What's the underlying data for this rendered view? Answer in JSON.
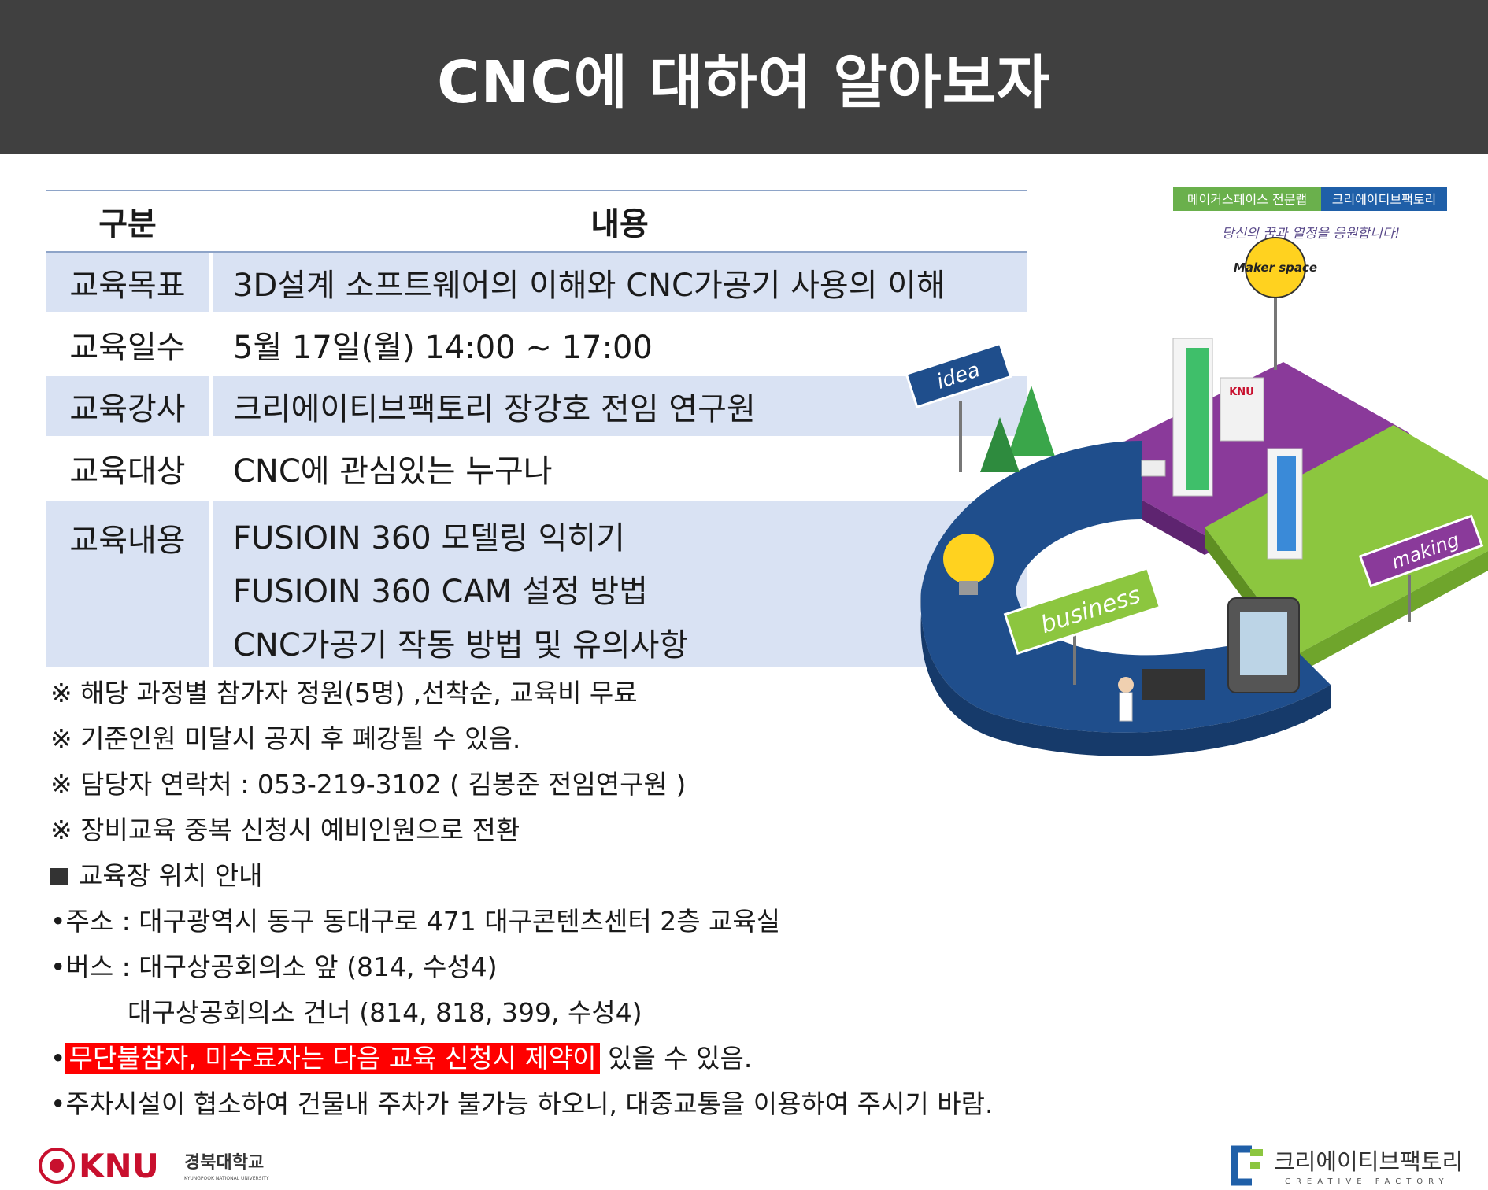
{
  "header": {
    "title": "CNC에 대하여 알아보자"
  },
  "table": {
    "col_headers": [
      "구분",
      "내용"
    ],
    "rows": [
      {
        "label": "교육목표",
        "lines": [
          "3D설계 소프트웨어의 이해와 CNC가공기 사용의 이해"
        ]
      },
      {
        "label": "교육일수",
        "lines": [
          "5월 17일(월) 14:00 ~ 17:00"
        ]
      },
      {
        "label": "교육강사",
        "lines": [
          "크리에이티브팩토리 장강호 전임 연구원"
        ]
      },
      {
        "label": "교육대상",
        "lines": [
          "CNC에 관심있는 누구나"
        ]
      },
      {
        "label": "교육내용",
        "lines": [
          "FUSIOIN 360 모델링 익히기",
          "FUSIOIN 360 CAM 설정 방법",
          "CNC가공기 작동 방법 및 유의사항"
        ]
      }
    ]
  },
  "notes": [
    "※ 해당 과정별 참가자 정원(5명) ,선착순, 교육비 무료",
    "※ 기준인원 미달시 공지 후 폐강될 수 있음.",
    "※ 담당자 연락처 : 053-219-3102 ( 김봉준 전임연구원 )",
    "※ 장비교육 중복 신청시 예비인원으로 전환",
    "교육장 위치 안내",
    "•주소 : 대구광역시 동구 동대구로 471 대구콘텐츠센터 2층 교육실",
    "•버스 : 대구상공회의소 앞 (814, 수성4)",
    "대구상공회의소 건너 (814, 818, 399, 수성4)",
    "•",
    "무단불참자, 미수료자는 다음 교육 신청시 제약이",
    " 있을 수 있음.",
    "•주차시설이 협소하여 건물내 주차가 불가능 하오니, 대중교통을 이용하여 주시기 바람."
  ],
  "illustration": {
    "banner_left": "메이커스페이스 전문랩",
    "banner_right": "크리에이티브팩토리",
    "slogan": "당신의 꿈과 열정을 응원합니다!",
    "sign_maker": "Maker space",
    "sign_idea": "idea",
    "sign_business": "business",
    "sign_making": "making",
    "building_logo": "KNU"
  },
  "footer": {
    "left_logo": "KNU",
    "left_name": "경북대학교",
    "left_sub": "KYUNGPOOK NATIONAL UNIVERSITY",
    "right_name": "크리에이티브팩토리",
    "right_sub": "CREATIVE FACTORY"
  },
  "colors": {
    "header_bg": "#404040",
    "row_shade": "#d9e2f3",
    "highlight": "#ff0000",
    "knu_red": "#c8102e",
    "cf_blue": "#1f5fa8"
  }
}
